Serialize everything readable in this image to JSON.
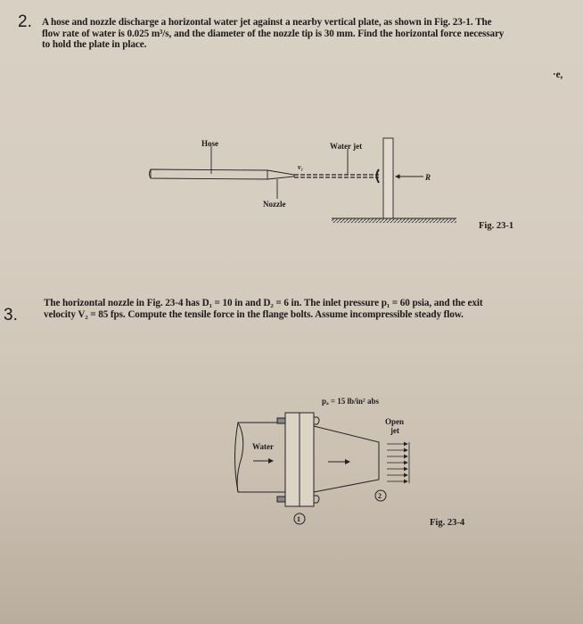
{
  "problem2": {
    "number": "2.",
    "lines": [
      "A hose and nozzle discharge a horizontal water jet against a nearby vertical plate, as shown in Fig. 23-1. The",
      "flow rate of water is 0.025 m³/s, and the diameter of the nozzle tip is 30 mm. Find the horizontal force necessary",
      "to hold the plate in place."
    ],
    "margin_fragment": "·e,"
  },
  "fig23_1": {
    "hose_label": "Hose",
    "water_jet_label": "Water jet",
    "nozzle_label": "Nozzle",
    "velocity_label": "v₁",
    "force_label": "R",
    "caption": "Fig. 23-1"
  },
  "problem3": {
    "number": "3.",
    "lines": [
      "The horizontal nozzle in Fig. 23-4 has D₁ = 10 in and D₂ = 6 in. The inlet pressure p₁ = 60 psia, and the exit",
      "velocity V₂ = 85 fps. Compute the tensile force in the flange bolts. Assume incompressible steady flow."
    ]
  },
  "fig23_4": {
    "pressure_label": "pₐ = 15 lb/in² abs",
    "open_label": "Open",
    "jet_label": "jet",
    "water_label": "Water",
    "section1": "1",
    "section2": "2",
    "caption": "Fig. 23-4"
  }
}
